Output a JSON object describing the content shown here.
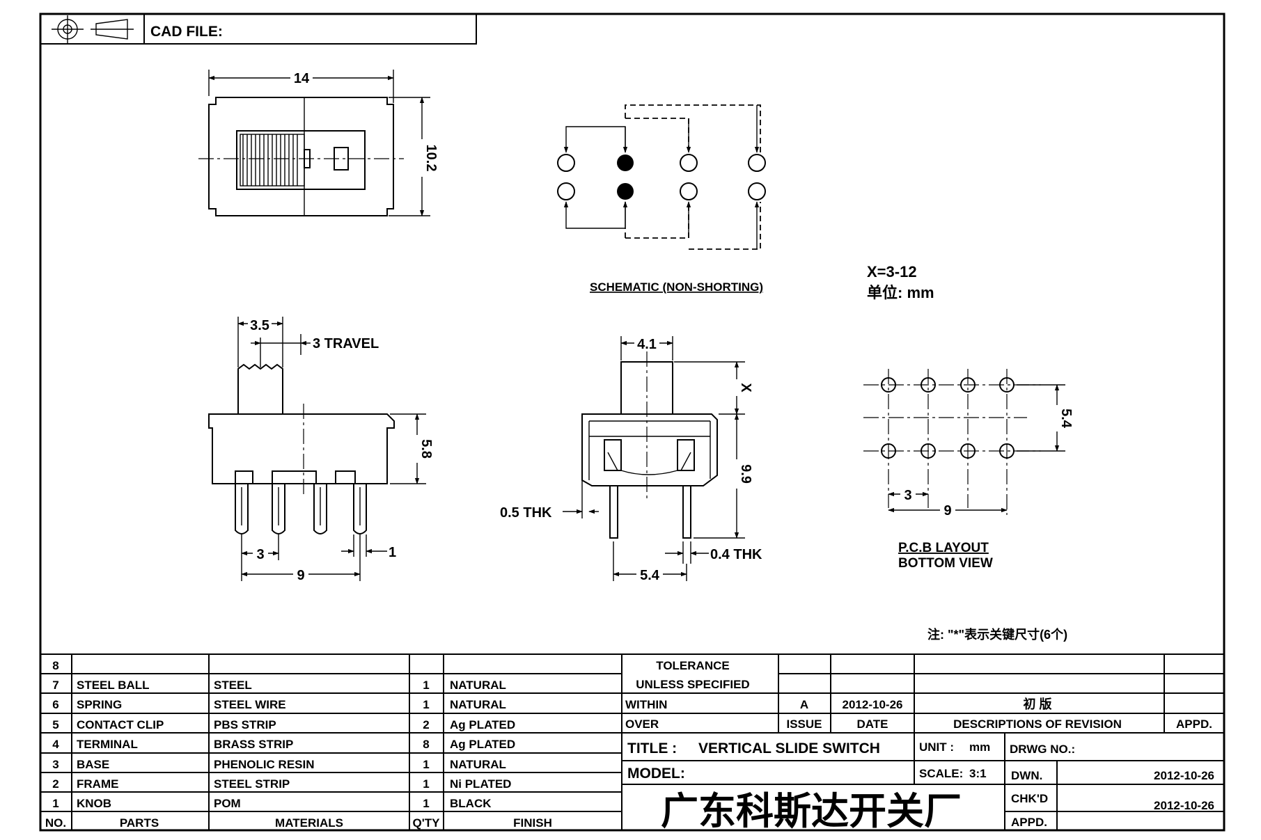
{
  "header": {
    "cad_file_label": "CAD FILE:"
  },
  "icons": [
    "first-angle-projection-icon"
  ],
  "top_view": {
    "width_dim": "14",
    "height_dim": "10.2"
  },
  "schematic": {
    "caption": "SCHEMATIC (NON-SHORTING)"
  },
  "notes": {
    "x_range": "X=3-12",
    "unit_line": "单位: mm",
    "key_dims": "注: \"*\"表示关键尺寸(6个)"
  },
  "side_view": {
    "knob_width": "3.5",
    "travel": "3 TRAVEL",
    "height": "5.8",
    "pitch": "3",
    "span": "9",
    "pin_width": "1"
  },
  "end_view": {
    "knob_width": "4.1",
    "knob_height": "X",
    "body_height": "9.9",
    "frame_thk": "0.5 THK",
    "pin_thk": "0.4 THK",
    "pin_span": "5.4"
  },
  "pcb": {
    "row_spacing": "5.4",
    "pitch": "3",
    "span": "9",
    "caption_line1": "P.C.B LAYOUT",
    "caption_line2": "BOTTOM VIEW"
  },
  "bom": {
    "headers": {
      "no": "NO.",
      "parts": "PARTS",
      "materials": "MATERIALS",
      "qty": "Q'TY",
      "finish": "FINISH"
    },
    "rows": [
      {
        "no": "8",
        "part": "",
        "material": "",
        "qty": "",
        "finish": ""
      },
      {
        "no": "7",
        "part": "STEEL BALL",
        "material": "STEEL",
        "qty": "1",
        "finish": "NATURAL"
      },
      {
        "no": "6",
        "part": "SPRING",
        "material": "STEEL WIRE",
        "qty": "1",
        "finish": "NATURAL"
      },
      {
        "no": "5",
        "part": "CONTACT CLIP",
        "material": "PBS STRIP",
        "qty": "2",
        "finish": "Ag PLATED"
      },
      {
        "no": "4",
        "part": "TERMINAL",
        "material": "BRASS STRIP",
        "qty": "8",
        "finish": "Ag PLATED"
      },
      {
        "no": "3",
        "part": "BASE",
        "material": "PHENOLIC RESIN",
        "qty": "1",
        "finish": "NATURAL"
      },
      {
        "no": "2",
        "part": "FRAME",
        "material": "STEEL STRIP",
        "qty": "1",
        "finish": "Ni PLATED"
      },
      {
        "no": "1",
        "part": "KNOB",
        "material": "POM",
        "qty": "1",
        "finish": "BLACK"
      }
    ]
  },
  "title_block": {
    "tolerance_line1": "TOLERANCE",
    "tolerance_line2": "UNLESS SPECIFIED",
    "within": "WITHIN",
    "over": "OVER",
    "revision": {
      "issue": "A",
      "date": "2012-10-26",
      "description": "初 版"
    },
    "headers": {
      "issue": "ISSUE",
      "date": "DATE",
      "description": "DESCRIPTIONS OF REVISION",
      "appd": "APPD."
    },
    "title_label": "TITLE :",
    "title": "VERTICAL SLIDE SWITCH",
    "unit_label": "UNIT :",
    "unit": "mm",
    "drwg_no_label": "DRWG NO.:",
    "model_label": "MODEL:",
    "scale_label": "SCALE:",
    "scale": "3:1",
    "dwn_label": "DWN.",
    "dwn_date": "2012-10-26",
    "chkd_label": "CHK'D",
    "chkd_date": "2012-10-26",
    "appd_label": "APPD.",
    "company": "广东科斯达开关厂"
  }
}
